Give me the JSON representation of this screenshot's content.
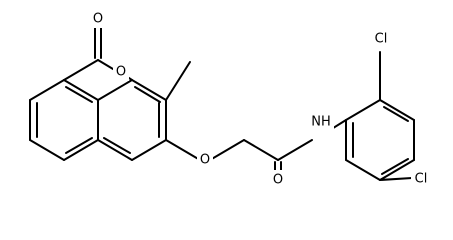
{
  "molecule": {
    "atom_labels": {
      "carbonyl_oxygen": "O",
      "ring_oxygen": "O",
      "ether_oxygen": "O",
      "amide_nh": "NH",
      "amide_oxygen": "O",
      "chlorine_top": "Cl",
      "chlorine_bottom": "Cl"
    },
    "colors": {
      "bond": "#000000",
      "label": "#000000",
      "background": "#ffffff"
    }
  }
}
